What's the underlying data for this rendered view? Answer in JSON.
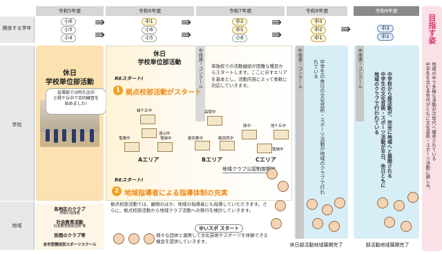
{
  "years": [
    "令和5年度",
    "令和6年度",
    "令和7年度",
    "令和8年度",
    "令和9年度"
  ],
  "row_labels": {
    "grade": "関係する学年",
    "school": "学校",
    "region": "地域"
  },
  "grades": {
    "r5": [
      "小6",
      "小5",
      "小4"
    ],
    "r6": [
      "中1",
      "小6",
      "小5"
    ],
    "r7": [
      "中2",
      "中1",
      "小6"
    ],
    "r8": [
      "中3",
      "中2",
      "中1"
    ],
    "r9": [
      "中3",
      "中2"
    ]
  },
  "r5_school_title": "休日\n学校単位部活動",
  "r5_photo_caption": "会場部では阿久比中\nと緑ケ丘中で合同練習を\n始めました!",
  "r6_title": "休日\n学校単位部活動",
  "r6_start": "R6スタート!",
  "hub_num": "1",
  "hub_title": "拠点校部活動がスタート",
  "hub_desc": "単独校での活動継続が困難な種目からスタートします。ここに示すエリアを基本とし、活動内容によって柔軟に対応していきます。",
  "areas": [
    {
      "name": "Aエリア",
      "schools": [
        "緑ケ丘中",
        "遠山中",
        "竜東中",
        "竜峡中"
      ]
    },
    {
      "name": "Bエリア",
      "schools": [
        "高陵中",
        "飯田東中",
        "飯田西中"
      ]
    },
    {
      "name": "Cエリア",
      "schools": [
        "鼎中",
        "旭ケ丘中",
        "竜峡中"
      ]
    }
  ],
  "club_start": "地域クラブ公認制度開始",
  "r6_start2": "R6スタート!",
  "leader_num": "2",
  "leader_title": "地域指導者による指導体制の充実",
  "leader_desc": "拠点校部活動では、顧問のほか、地域の指導者にも指導していただきます。さらに、拠点校部活動から地域クラブ活動への移行を検討していきます。",
  "yuisupo": "ゆいスポ スタート",
  "yuisupo_desc": "様々な団体と連携して文化芸術やスポーツを体験できる機会を提供していきます。",
  "region_list": [
    {
      "title": "各地区のクラブ",
      "sub": "地域の指導者"
    },
    {
      "title": "社会教育活動",
      "sub": "社会教育関係団体 等"
    },
    {
      "title": "民間のクラブ等",
      "sub": ""
    },
    {
      "title": "全市型競技別スポーツスクール",
      "sub": ""
    }
  ],
  "continuing": "中体連・コンクール",
  "r8_vertical": "中学生の休日の文化芸術・スポーツ活動が地域のクラブで行われている",
  "r8_bottom": "休日部活動地域展開完了",
  "r9_vertical": "中学校から部活動が、完全に地域へと展開される\n中学生の文化芸術・スポーツ活動が平日、休日ともに地域のクラブで行われている",
  "r9_bottom": "部活動地域展開完了",
  "goal_title": "目指す姿",
  "goal_text": "地域の中で多様な活動が次世代へ継承されている\n中学生を含む多世代がともに文化芸術・スポーツ活動に親しみ、"
}
